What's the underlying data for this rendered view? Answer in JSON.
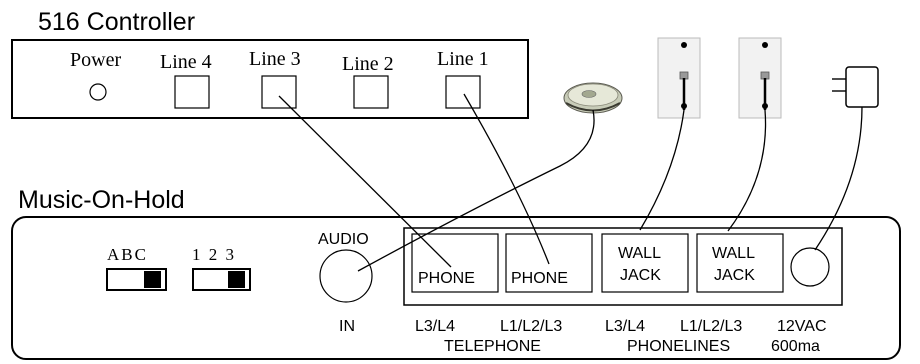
{
  "controller": {
    "title": "516 Controller",
    "labels": {
      "power": "Power",
      "line4": "Line 4",
      "line3": "Line 3",
      "line2": "Line 2",
      "line1": "Line 1"
    }
  },
  "moh": {
    "title": "Music-On-Hold",
    "switch_abc": "ABC",
    "switch_123": "1 2 3",
    "audio_top": "AUDIO",
    "audio_bottom": "IN",
    "jacks": {
      "phone_a": "PHONE",
      "phone_b": "PHONE",
      "wall_a_1": "WALL",
      "wall_a_2": "JACK",
      "wall_b_1": "WALL",
      "wall_b_2": "JACK"
    },
    "line_labels": {
      "l34_tel": "L3/L4",
      "l123_tel": "L1/L2/L3",
      "l34_pl": "L3/L4",
      "l123_pl": "L1/L2/L3",
      "vac": "12VAC"
    },
    "group_labels": {
      "telephone": "TELEPHONE",
      "phonelines": "PHONELINES",
      "ma": "600ma"
    }
  },
  "icons": [
    "cd-player-icon",
    "wall-jack-icon",
    "wall-jack-icon",
    "power-adapter-icon"
  ]
}
